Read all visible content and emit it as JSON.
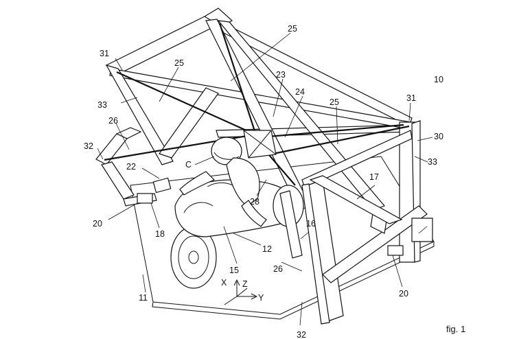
{
  "figure": {
    "caption": "fig. 1"
  },
  "axes": {
    "x": "X",
    "y": "Y",
    "z": "Z"
  },
  "reference_labels": [
    {
      "id": "10",
      "text": "10"
    },
    {
      "id": "11",
      "text": "11"
    },
    {
      "id": "12",
      "text": "12"
    },
    {
      "id": "15",
      "text": "15"
    },
    {
      "id": "16",
      "text": "16"
    },
    {
      "id": "17",
      "text": "17"
    },
    {
      "id": "18",
      "text": "18"
    },
    {
      "id": "20a",
      "text": "20"
    },
    {
      "id": "20b",
      "text": "20"
    },
    {
      "id": "22",
      "text": "22"
    },
    {
      "id": "23",
      "text": "23"
    },
    {
      "id": "24",
      "text": "24"
    },
    {
      "id": "25a",
      "text": "25"
    },
    {
      "id": "25b",
      "text": "25"
    },
    {
      "id": "25c",
      "text": "25"
    },
    {
      "id": "26a",
      "text": "26"
    },
    {
      "id": "26b",
      "text": "26"
    },
    {
      "id": "28",
      "text": "28"
    },
    {
      "id": "30",
      "text": "30"
    },
    {
      "id": "31a",
      "text": "31"
    },
    {
      "id": "31b",
      "text": "31"
    },
    {
      "id": "32a",
      "text": "32"
    },
    {
      "id": "32b",
      "text": "32"
    },
    {
      "id": "33a",
      "text": "33"
    },
    {
      "id": "33b",
      "text": "33"
    },
    {
      "id": "C",
      "text": "C"
    }
  ]
}
